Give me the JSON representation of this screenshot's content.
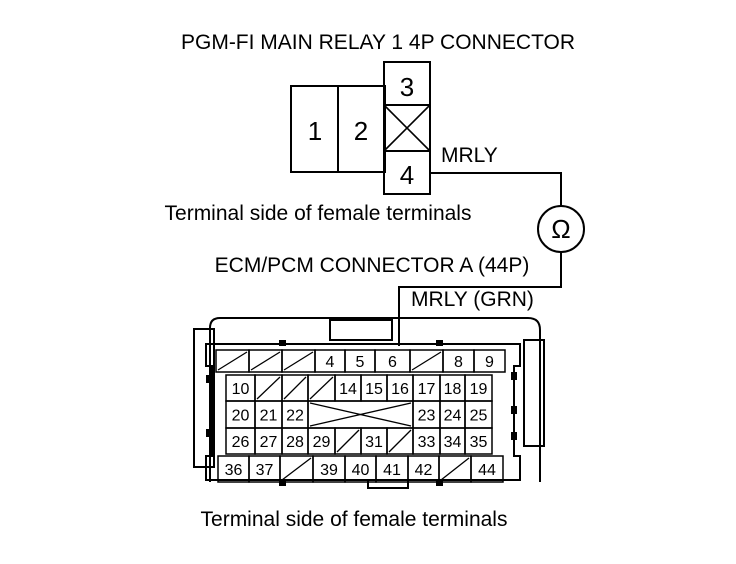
{
  "relay": {
    "title": "PGM-FI MAIN RELAY 1 4P CONNECTOR",
    "terminals": [
      "1",
      "2",
      "3",
      "4"
    ],
    "wire_label": "MRLY",
    "caption": "Terminal side of female terminals"
  },
  "meter": {
    "symbol": "Ω"
  },
  "ecm": {
    "title": "ECM/PCM CONNECTOR A (44P)",
    "wire_label": "MRLY (GRN)",
    "caption": "Terminal side of female terminals",
    "terminals": {
      "row1": [
        "",
        "",
        "",
        "4",
        "5",
        "6",
        "",
        "8",
        "9"
      ],
      "row2": [
        "10",
        "",
        "",
        "",
        "14",
        "15",
        "16",
        "17",
        "18",
        "19"
      ],
      "row3": [
        "20",
        "21",
        "22",
        "",
        "23",
        "24",
        "25"
      ],
      "row4": [
        "26",
        "27",
        "28",
        "29",
        "",
        "31",
        "",
        "33",
        "34",
        "35"
      ],
      "row5": [
        "36",
        "37",
        "",
        "39",
        "40",
        "41",
        "42",
        "",
        "44"
      ]
    }
  }
}
